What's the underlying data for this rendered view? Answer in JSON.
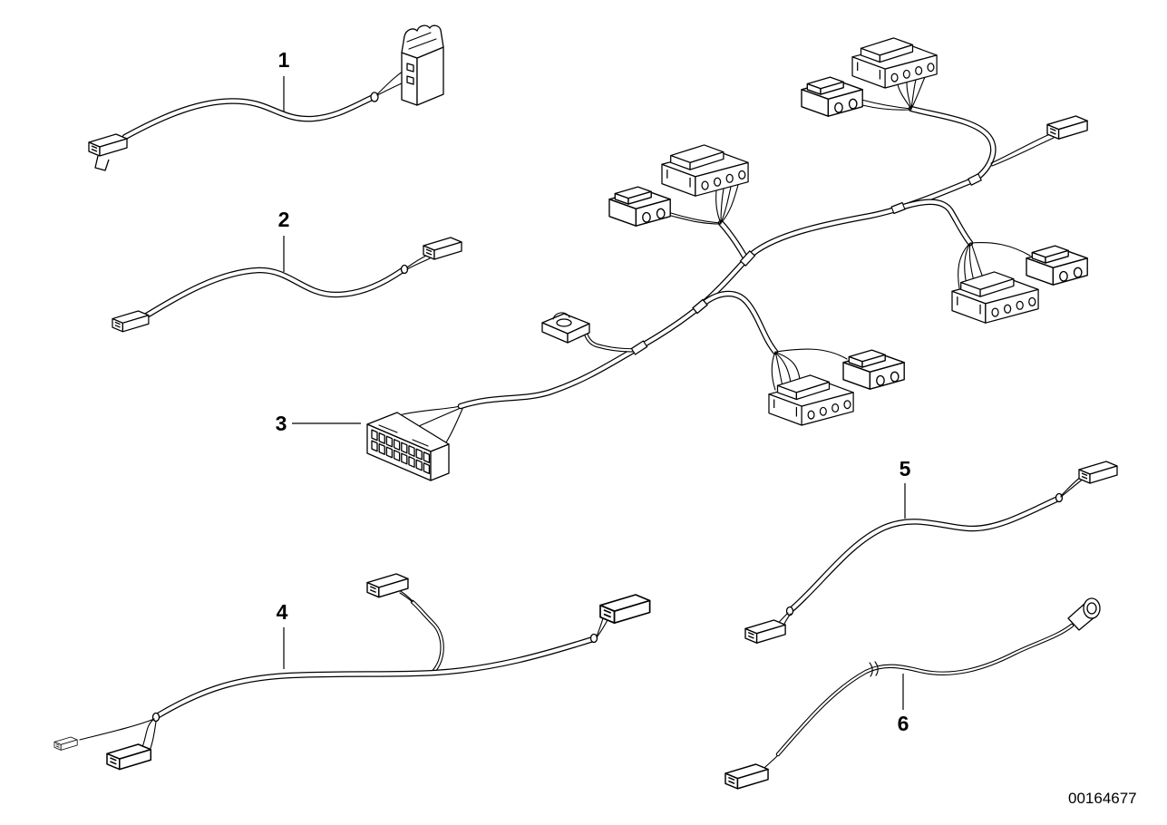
{
  "diagram": {
    "callouts": [
      "1",
      "2",
      "3",
      "4",
      "5",
      "6"
    ],
    "reference_number": "00164677"
  }
}
